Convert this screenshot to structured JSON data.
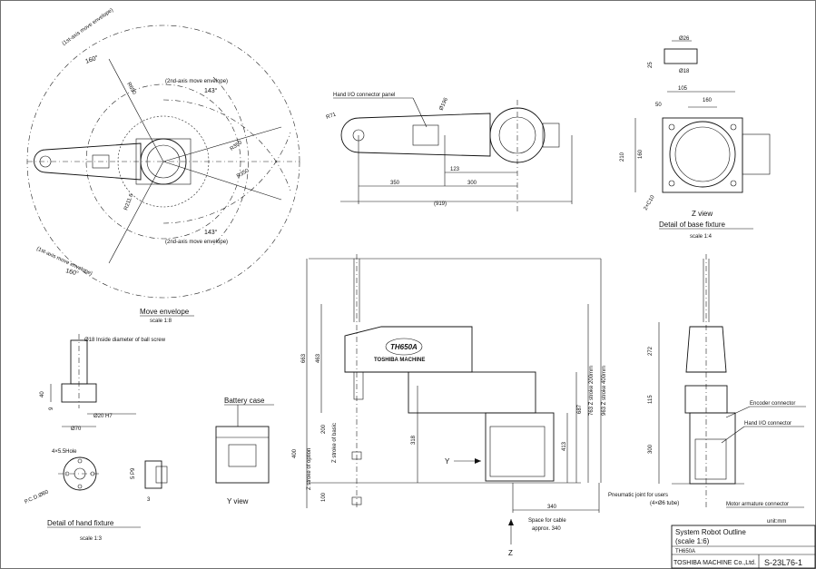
{
  "move_envelope": {
    "title": "Move envelope",
    "scale": "scale 1:8",
    "first_axis_top": "(1st-axis move envelope)",
    "first_axis_bottom": "(1st-axis move envelope)",
    "angle_160_top": "160°",
    "angle_160_bottom": "160°",
    "second_axis_top": "(2nd-axis move envelope)",
    "second_axis_bottom": "(2nd-axis move envelope)",
    "angle_143_top": "143°",
    "angle_143_bottom": "143°",
    "r650": "R650",
    "r350a": "R350",
    "r350b": "R350",
    "r211": "R211.6"
  },
  "top_view": {
    "panel_label": "Hand I/O connector panel",
    "r71": "R71",
    "d196": "Ø196",
    "dim_123": "123",
    "dim_350": "350",
    "dim_300": "300",
    "dim_919": "(919)"
  },
  "z_view": {
    "d26": "Ø26",
    "d18": "Ø18",
    "dim_25": "25",
    "dim_105": "105",
    "dim_50": "50",
    "dim_160h": "160",
    "dim_210": "210",
    "dim_160v": "160",
    "holes": "2×C10",
    "title": "Z view",
    "subtitle": "Detail of base fixture",
    "scale": "scale 1:4"
  },
  "hand_fixture": {
    "d18_note": "Ø18 Inside diameter of ball screw",
    "dim_40": "40",
    "dim_9": "9",
    "d20": "Ø20 H7",
    "d70": "Ø70",
    "holes": "4×5.5Hole",
    "pcd": "P.C.D.Ø60",
    "dim_5p9": "5 P9",
    "dim_3": "3",
    "title": "Detail of hand fixture",
    "scale": "scale 1:3"
  },
  "battery": {
    "label": "Battery case",
    "view": "Y view"
  },
  "front_view": {
    "brand_model": "TH650A",
    "brand_name": "TOSHIBA MACHINE",
    "dim_663": "663",
    "dim_463": "463",
    "dim_400": "400",
    "dim_200": "200",
    "opt_stroke": "Z stroke of option",
    "basic_stroke": "Z stroke of basic",
    "dim_100": "100",
    "dim_318": "318",
    "dim_413": "413",
    "dim_687": "687",
    "dim_763": "763 Z stroke 200mm",
    "dim_963": "963 Z stroke 400mm",
    "dim_340": "340",
    "y_arrow": "Y",
    "z_arrow": "Z",
    "cable_space": "Space for cable",
    "cable_approx": "approx. 340"
  },
  "side_view": {
    "dim_272": "272",
    "dim_115": "115",
    "dim_300": "300",
    "encoder": "Encoder connector",
    "hand_io": "Hand I/O connector",
    "pneumatic": "Pneumatic joint for users",
    "pneumatic_size": "(4×Ø6 tube)",
    "motor": "Motor armature connector"
  },
  "title_block": {
    "unit": "unit:mm",
    "title": "System Robot Outline",
    "scale": "(scale 1:6)",
    "model": "TH650A",
    "company": "TOSHIBA MACHINE Co.,Ltd.",
    "drawing_no": "S-23L76-1"
  }
}
